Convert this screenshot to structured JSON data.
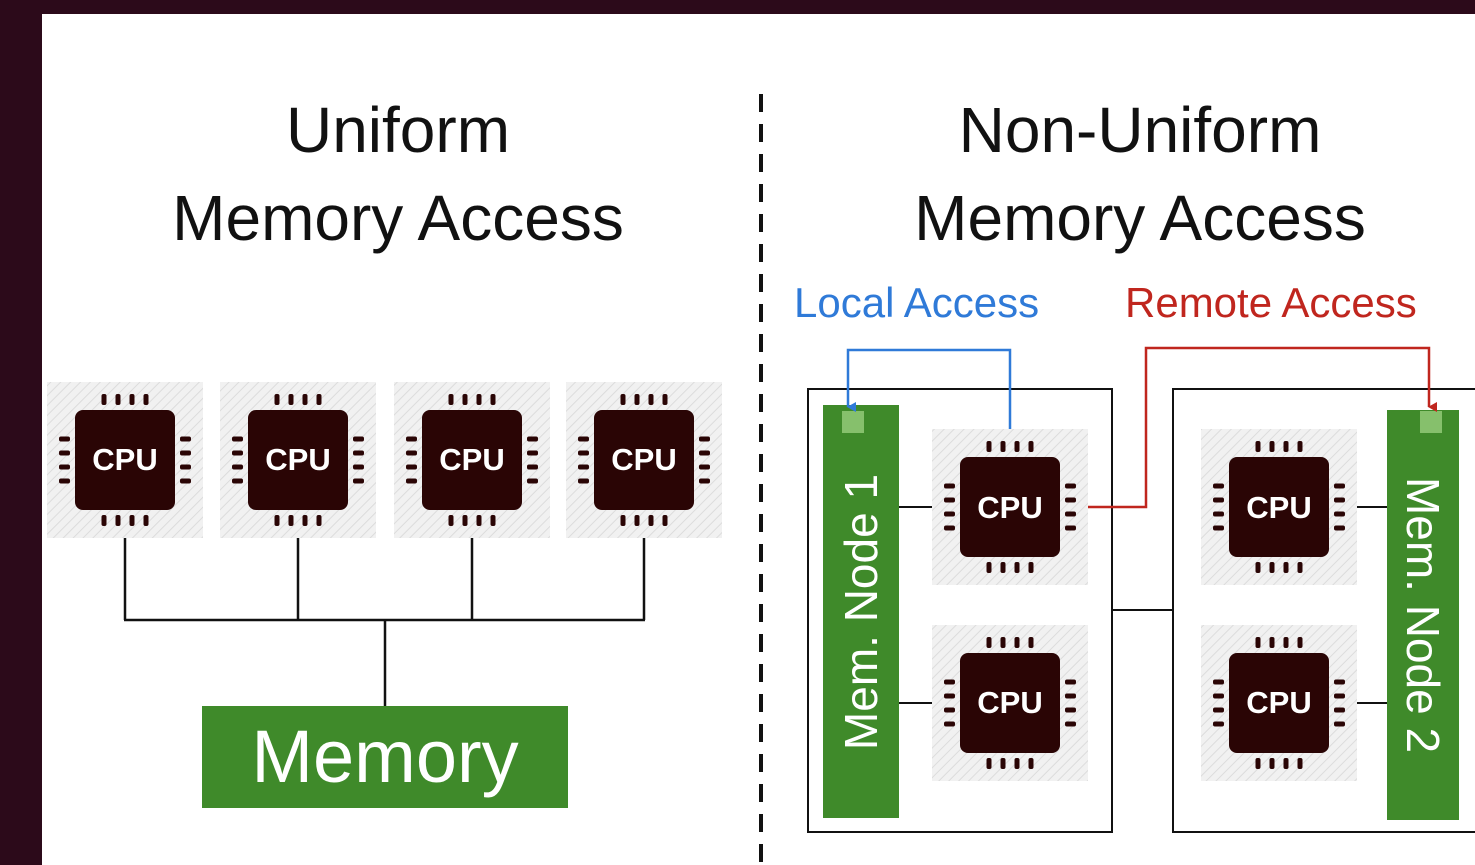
{
  "uma": {
    "title_line1": "Uniform",
    "title_line2": "Memory Access",
    "cpu_label": "CPU",
    "memory_label": "Memory"
  },
  "numa": {
    "title_line1": "Non-Uniform",
    "title_line2": "Memory Access",
    "local_access_label": "Local Access",
    "remote_access_label": "Remote Access",
    "cpu_label": "CPU",
    "node1_label": "Mem. Node 1",
    "node2_label": "Mem. Node 2"
  },
  "colors": {
    "memory_green": "#3f8a2a",
    "memory_green_light": "#86c06c",
    "cpu_body": "#2a0505",
    "local_access": "#2f7ad8",
    "remote_access": "#c0261e",
    "line": "#111111",
    "page_background": "#2c0a1a"
  }
}
